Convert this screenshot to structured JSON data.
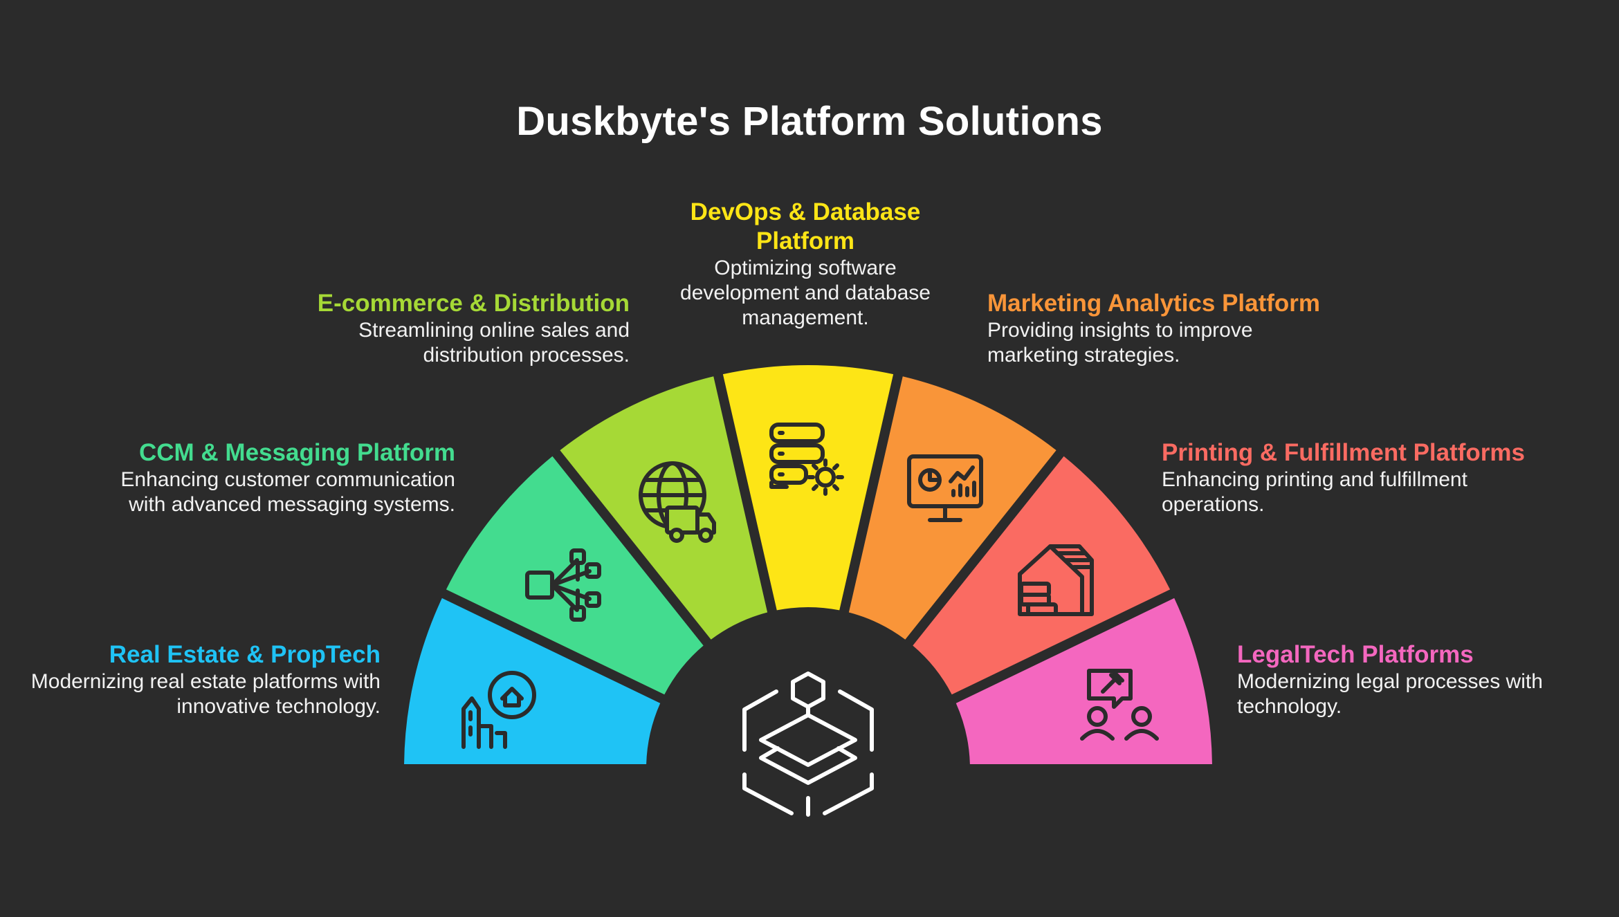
{
  "title": "Duskbyte's Platform Solutions",
  "colors": {
    "background": "#2b2b2b",
    "real_estate": "#1fc3f5",
    "ccm": "#43dc8f",
    "ecommerce": "#a6d936",
    "devops": "#fde516",
    "marketing": "#f99539",
    "printing": "#fa6b62",
    "legaltech": "#f467bf"
  },
  "segments": [
    {
      "key": "real_estate",
      "title": "Real Estate & PropTech",
      "description": "Modernizing real estate platforms with innovative technology.",
      "icon": "city-home-icon",
      "color": "#1fc3f5"
    },
    {
      "key": "ccm",
      "title": "CCM & Messaging Platform",
      "description": "Enhancing customer communication with advanced messaging systems.",
      "icon": "network-nodes-icon",
      "color": "#43dc8f"
    },
    {
      "key": "ecommerce",
      "title": "E-commerce & Distribution",
      "description": "Streamlining online sales and distribution processes.",
      "icon": "globe-truck-icon",
      "color": "#a6d936"
    },
    {
      "key": "devops",
      "title": "DevOps & Database Platform",
      "description": "Optimizing software development and database management.",
      "icon": "server-gear-icon",
      "color": "#fde516"
    },
    {
      "key": "marketing",
      "title": "Marketing Analytics Platform",
      "description": "Providing insights to improve marketing strategies.",
      "icon": "analytics-monitor-icon",
      "color": "#f99539"
    },
    {
      "key": "printing",
      "title": "Printing & Fulfillment Platforms",
      "description": "Enhancing printing and fulfillment operations.",
      "icon": "warehouse-boxes-icon",
      "color": "#fa6b62"
    },
    {
      "key": "legaltech",
      "title": "LegalTech Platforms",
      "description": "Modernizing legal processes with technology.",
      "icon": "legal-gavel-people-icon",
      "color": "#f467bf"
    }
  ],
  "center_icon": "platform-layers-icon"
}
